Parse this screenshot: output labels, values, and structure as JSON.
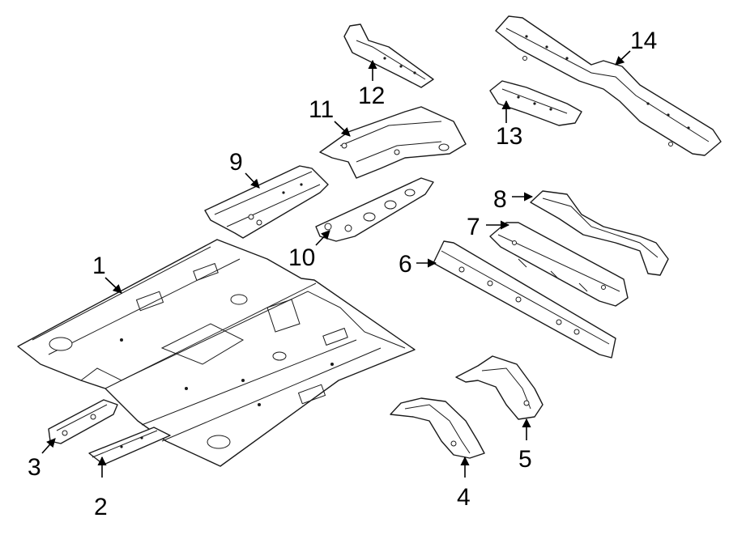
{
  "callouts": [
    {
      "id": 1,
      "label": "1"
    },
    {
      "id": 2,
      "label": "2"
    },
    {
      "id": 3,
      "label": "3"
    },
    {
      "id": 4,
      "label": "4"
    },
    {
      "id": 5,
      "label": "5"
    },
    {
      "id": 6,
      "label": "6"
    },
    {
      "id": 7,
      "label": "7"
    },
    {
      "id": 8,
      "label": "8"
    },
    {
      "id": 9,
      "label": "9"
    },
    {
      "id": 10,
      "label": "10"
    },
    {
      "id": 11,
      "label": "11"
    },
    {
      "id": 12,
      "label": "12"
    },
    {
      "id": 13,
      "label": "13"
    },
    {
      "id": 14,
      "label": "14"
    }
  ]
}
